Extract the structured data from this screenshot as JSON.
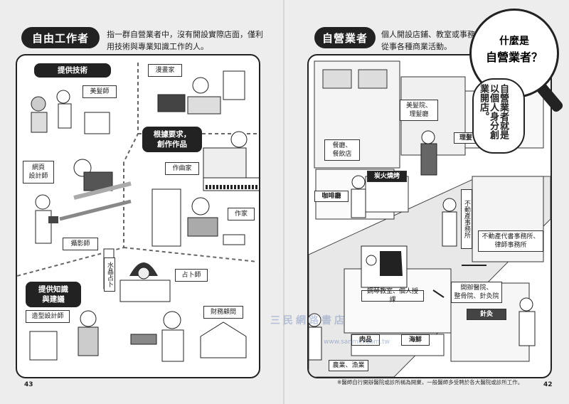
{
  "left": {
    "title": "自由工作者",
    "desc1": "指一群自營業者中，沒有開設實際店面，僅利",
    "desc2": "用技術與專業知識工作的人。",
    "tag_skill": "提供技術",
    "tag_request1": "根據要求，",
    "tag_request2": "創作作品",
    "tag_knowledge1": "提供知識",
    "tag_knowledge2": "與建議",
    "labels": {
      "hairdresser": "美髮師",
      "manga": "漫畫家",
      "web1": "網頁",
      "web2": "設計師",
      "photographer": "攝影師",
      "composer": "作曲家",
      "writer": "作家",
      "fortune": "占卜師",
      "stylist": "造型設計師",
      "consultant": "財務顧問"
    },
    "crystal_sign": "水晶占卜",
    "page_no": "43"
  },
  "right": {
    "title": "自營業者",
    "desc1": "個人開設店鋪、教室或事務所，",
    "desc2": "從事各種商業活動。",
    "mag_q1": "什麼是",
    "mag_q2": "自營業者？",
    "bubble": "自營業者就是以個人身分創業開店。",
    "labels": {
      "salon1": "美髮院、",
      "salon2": "理髮廳",
      "restaurant1": "餐廳、",
      "restaurant2": "餐飲店",
      "agency1": "不動產代書事務所、",
      "agency2": "律師事務所",
      "piano": "鋼琴教室、個人授課",
      "clinic1": "開辦醫院、",
      "clinic2": "整骨院、針灸院",
      "farm": "農業、漁業"
    },
    "signs": {
      "cafe": "咖啡廳",
      "barber": "理髮",
      "izakaya": "炭火燒烤",
      "realestate": "不動產事務所",
      "acupuncture": "針灸",
      "meat": "肉品",
      "seafood": "海鮮"
    },
    "footnote": "※醫師自行開辦醫院或診所稱為開業，一般醫師多受聘於各大醫院或診所工作。",
    "page_no": "42"
  },
  "watermark": "三民網路書店",
  "watermark_url": "www.sanmin.com.tw"
}
